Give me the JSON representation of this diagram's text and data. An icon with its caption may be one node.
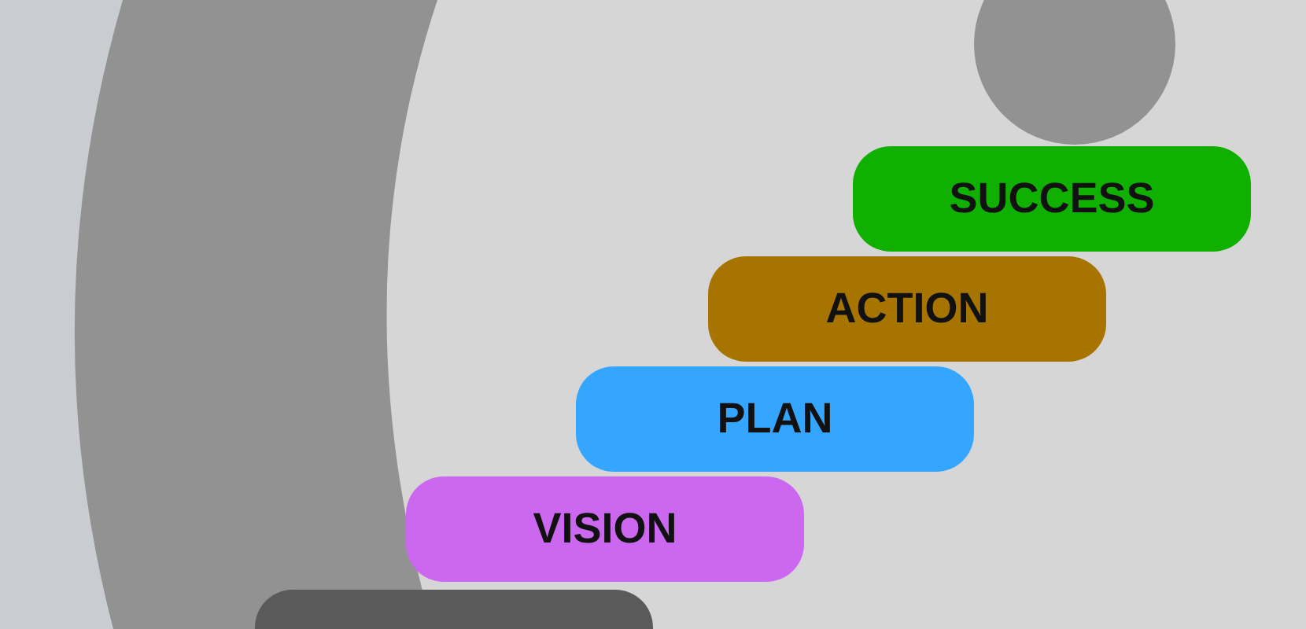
{
  "diagram": {
    "nodes": [
      {
        "text": [],
        "shape": "circle"
      },
      {
        "text": [
          "SUCCESS"
        ]
      },
      {
        "text": [
          "ACTION"
        ]
      },
      {
        "text": [
          "PLAN"
        ]
      },
      {
        "text": [
          "VISION"
        ]
      },
      {
        "text": [],
        "shape": "bar"
      }
    ]
  }
}
